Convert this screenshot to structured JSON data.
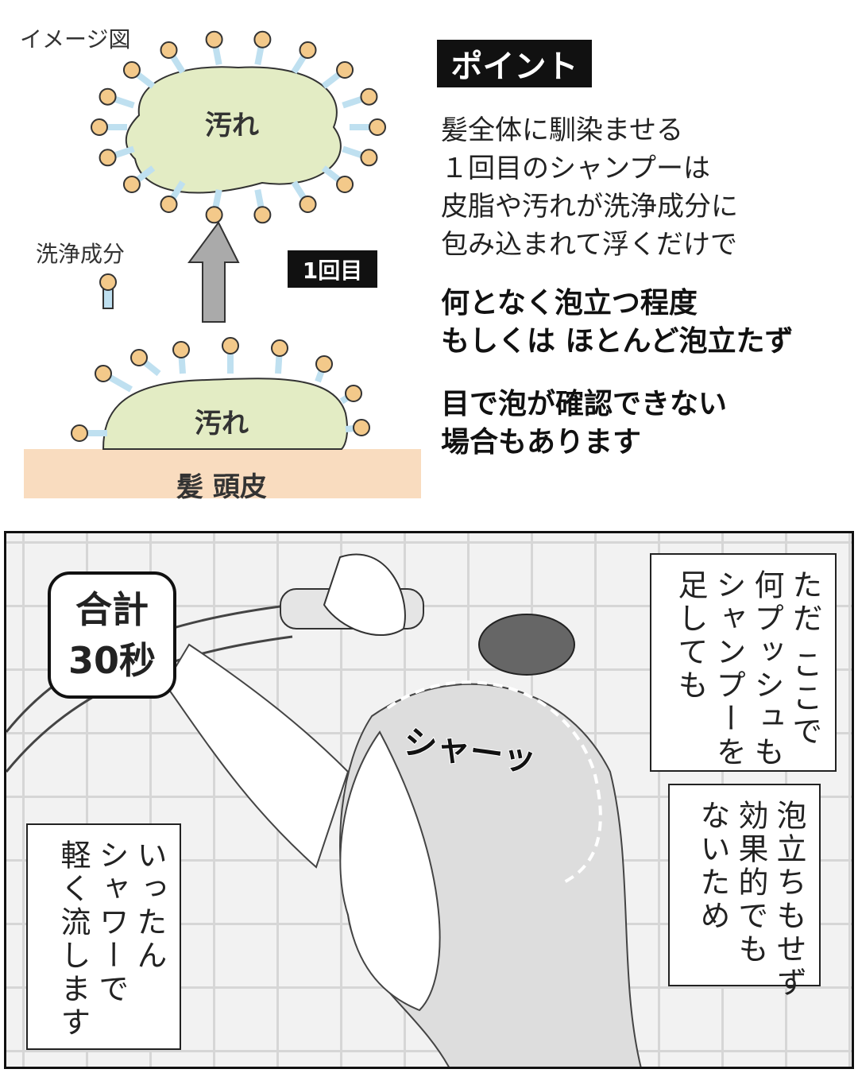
{
  "diagram": {
    "title": "イメージ図",
    "dirt_label_top": "汚れ",
    "dirt_label_bottom": "汚れ",
    "surfactant_label": "洗浄成分",
    "round_badge": "1回目",
    "base_label": "髪 頭皮"
  },
  "point": {
    "badge": "ポイント",
    "body": "髪全体に馴染ませる\n１回目のシャンプーは\n皮脂や汚れが洗浄成分に\n包み込まれて浮くだけで",
    "bold1": "何となく泡立つ程度\nもしくは ほとんど泡立たず",
    "bold2": "目で泡が確認できない\n場合もあります"
  },
  "panel": {
    "total_line1": "合計",
    "total_line2": "30秒",
    "sfx": "シャーッ",
    "bubble_right": "ただ ここで\n何プッシュも\nシャンプーを\n足しても",
    "bubble_middle": "泡立ちもせず\n効果的でも\nないため",
    "bubble_left": "いったん\nシャワーで\n軽く流します"
  },
  "colors": {
    "dirt": "#e3ecc4",
    "surfactant_head": "#f3c98a",
    "surfactant_tail": "#bfe0f0",
    "scalp": "#f9dcbf"
  }
}
